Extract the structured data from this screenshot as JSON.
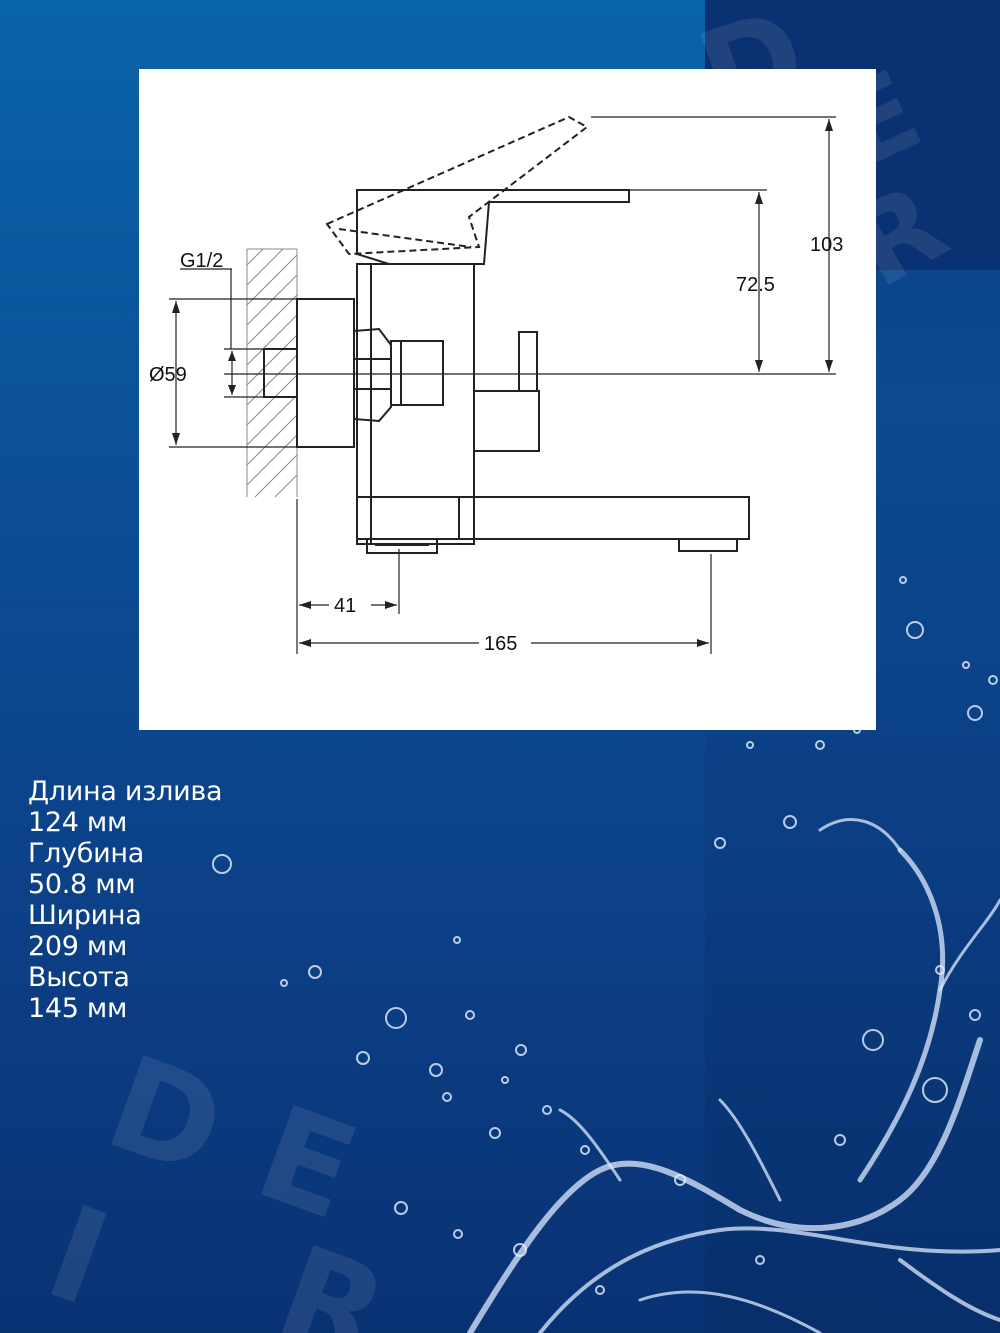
{
  "background": {
    "primary": "#0b4f98",
    "dark": "#093273",
    "brand_watermark": "DER"
  },
  "drawing": {
    "thread_label": "G1/2",
    "dim_diameter": "Ø59",
    "dim_height_total": "103",
    "dim_height_inner": "72.5",
    "dim_depth": "41",
    "dim_length": "165"
  },
  "specs": {
    "spout_length_label": "Длина излива",
    "spout_length_value": "124 мм",
    "depth_label": "Глубина",
    "depth_value": "50.8 мм",
    "width_label": "Ширина",
    "width_value": "209 мм",
    "height_label": "Высота",
    "height_value": "145 мм"
  }
}
